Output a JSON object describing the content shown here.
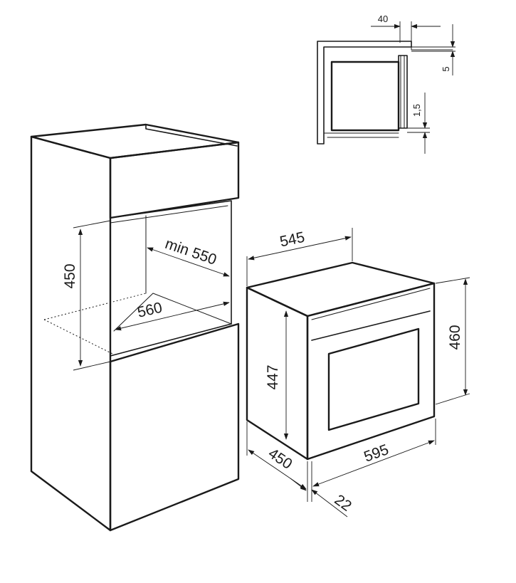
{
  "dimensions": {
    "top_40": "40",
    "top_5": "5",
    "top_1_5": "1,5",
    "cab_450": "450",
    "cab_min_550": "min 550",
    "cab_560": "560",
    "oven_545": "545",
    "oven_460": "460",
    "oven_447": "447",
    "oven_450": "450",
    "oven_595": "595",
    "oven_22": "22"
  },
  "colors": {
    "line": "#1a1a1a",
    "background": "#ffffff"
  }
}
